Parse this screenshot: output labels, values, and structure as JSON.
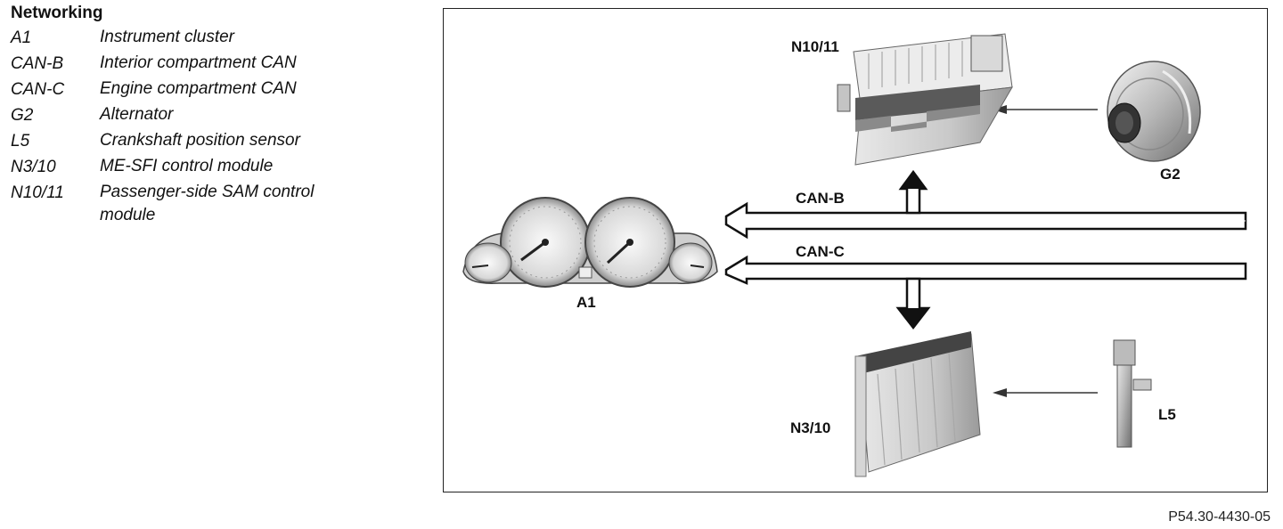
{
  "legend": {
    "title": "Networking",
    "items": [
      {
        "code": "A1",
        "desc": "Instrument cluster"
      },
      {
        "code": "CAN-B",
        "desc": "Interior compartment CAN"
      },
      {
        "code": "CAN-C",
        "desc": "Engine compartment CAN"
      },
      {
        "code": "G2",
        "desc": "Alternator"
      },
      {
        "code": "L5",
        "desc": "Crankshaft position sensor"
      },
      {
        "code": "N3/10",
        "desc": "ME-SFI control module"
      },
      {
        "code": "N10/11",
        "desc": "Passenger-side SAM control module"
      }
    ]
  },
  "diagram": {
    "labels": {
      "n10_11": "N10/11",
      "g2": "G2",
      "can_b": "CAN-B",
      "can_c": "CAN-C",
      "a1": "A1",
      "n3_10": "N3/10",
      "l5": "L5"
    }
  },
  "figure_ref": "P54.30-4430-05"
}
